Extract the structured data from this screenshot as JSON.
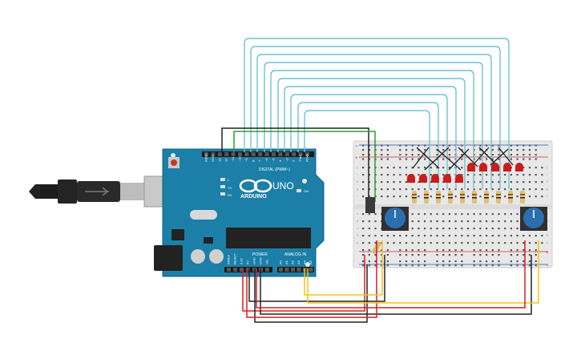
{
  "arduino": {
    "logo_text": "ARDUINO",
    "model": "UNO",
    "header_label": "DIGITAL (PWM~)",
    "power_label": "POWER",
    "analog_label": "ANALOG IN",
    "on_label": "ON",
    "tx_label": "TX",
    "rx_label": "RX",
    "l_label": "L",
    "digital_pins": [
      "AREF",
      "GND",
      "13",
      "12",
      "~11",
      "~10",
      "~9",
      "8",
      "7",
      "~6",
      "~5",
      "4",
      "~3",
      "2",
      "TX▸1",
      "RX◂0"
    ],
    "power_pins": [
      "IOREF",
      "RESET",
      "3.3V",
      "5V",
      "GND",
      "GND",
      "Vin"
    ],
    "analog_pins": [
      "A0",
      "A1",
      "A2",
      "A3",
      "A4",
      "A5"
    ]
  },
  "breadboard": {
    "row_letters": [
      "j",
      "i",
      "h",
      "g",
      "f",
      "e",
      "d",
      "c",
      "b",
      "a"
    ],
    "rail_plus": "+",
    "rail_minus": "−"
  },
  "components": {
    "led_count": 10,
    "led_color": "#cc1c1c",
    "potentiometer_count": 2
  },
  "wire_colors": {
    "signal": "#6ec3cf",
    "ground": "#222222",
    "power": "#d81e1e",
    "analog": "#f2c418",
    "green": "#2aa22a"
  }
}
